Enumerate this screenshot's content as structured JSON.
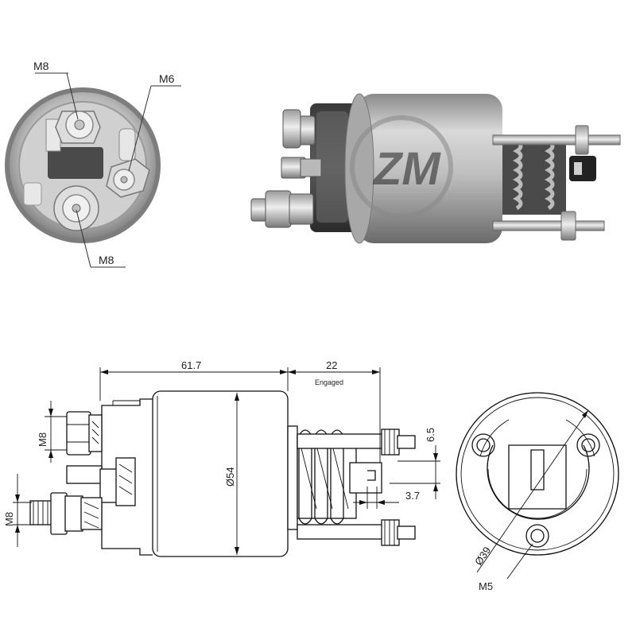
{
  "photo_labels": {
    "top_left": "M8",
    "top_right": "M6",
    "bottom": "M8"
  },
  "drawing_labels": {
    "length_body": "61.7",
    "length_engaged": "22",
    "engaged_note": "Engaged",
    "diameter_body": "Ø54",
    "upper_terminal": "M8",
    "lower_terminal": "M8",
    "offset_6_5": "6.5",
    "offset_3_7": "3.7",
    "bolt_circle": "Ø39",
    "mount_thread": "M5"
  },
  "watermark": "ZM"
}
